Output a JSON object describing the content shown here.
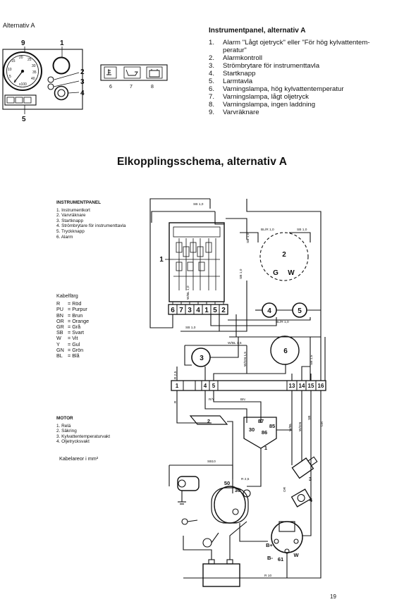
{
  "header_label": "Alternativ A",
  "instrument_panel": {
    "title": "Instrumentpanel, alternativ A",
    "items": [
      {
        "num": "1.",
        "text": "Alarm \"Lågt ojetryck\" eller \"För hög kylvattentem-"
      },
      {
        "num": "",
        "text": "peratur\""
      },
      {
        "num": "2.",
        "text": "Alarmkontroll"
      },
      {
        "num": "3.",
        "text": "Strömbrytare för instrumenttavla"
      },
      {
        "num": "4.",
        "text": "Startknapp"
      },
      {
        "num": "5.",
        "text": "Larmtavla"
      },
      {
        "num": "6.",
        "text": "Varningslampa, hög kylvattentemperatur"
      },
      {
        "num": "7.",
        "text": "Varningslampa, lågt oljetryck"
      },
      {
        "num": "8.",
        "text": "Varningslampa, ingen laddning"
      },
      {
        "num": "9.",
        "text": "Varvräknare"
      }
    ],
    "callouts": [
      "9",
      "1",
      "2",
      "3",
      "4",
      "5",
      "6",
      "7",
      "8"
    ],
    "gauge_ticks": [
      "10",
      "15",
      "20",
      "25",
      "30",
      "35",
      "40",
      "5",
      "0"
    ],
    "gauge_unit": "x100"
  },
  "main_title": "Elkopplingsschema, alternativ A",
  "schematic_panel_legend": {
    "head": "INSTRUMENTPANEL",
    "items": [
      "1.  Instrumentkort",
      "2.  Varvräknare",
      "3.  Startknapp",
      "4.  Strömbrytare för instrumenttavla",
      "5.  Tryckknapp",
      "6.  Alarm"
    ]
  },
  "cable_colors": {
    "head": "Kabelfärg",
    "rows": [
      {
        "code": "R",
        "name": "= Röd"
      },
      {
        "code": "PU",
        "name": "= Purpur"
      },
      {
        "code": "BN",
        "name": "= Brun"
      },
      {
        "code": "OR",
        "name": "= Orange"
      },
      {
        "code": "GR",
        "name": "= Grå"
      },
      {
        "code": "SB",
        "name": "= Svart"
      },
      {
        "code": "W",
        "name": "= Vit"
      },
      {
        "code": "Y",
        "name": "= Gul"
      },
      {
        "code": "GN",
        "name": "= Grön"
      },
      {
        "code": "BL",
        "name": "= Blå"
      }
    ]
  },
  "motor_legend": {
    "head": "MOTOR",
    "items": [
      "1.  Relä",
      "2.  Säkring",
      "3.  Kylvattentemperaturvakt",
      "4.  Oljetrycksvakt"
    ]
  },
  "cable_area": "Kabelareor i mm²",
  "terminal_strip_top": [
    "6",
    "7",
    "3",
    "4",
    "1",
    "5",
    "2"
  ],
  "terminal_strip_bottom": [
    "1",
    "4",
    "5",
    "13",
    "14",
    "15",
    "16"
  ],
  "components": {
    "board": "1",
    "tach": "2",
    "start": "3",
    "switch": "4",
    "button": "5",
    "alarm": "6",
    "tach_g": "G",
    "tach_w": "W",
    "relay_87": "87",
    "relay_30": "30",
    "relay_86": "86",
    "relay_85": "85",
    "relay_num": "1",
    "fuse_num": "2",
    "temp_num": "3",
    "oil_num": "4",
    "starter_50": "50",
    "starter_30": "30",
    "alt_b_plus": "B+",
    "alt_b_minus": "B-",
    "alt_61": "61",
    "alt_w": "W"
  },
  "wire_labels": {
    "sb10_top": "SB 1,0",
    "bl_r": "BL/R 1,0",
    "sb10_right": "SB 1,0",
    "sb10_v1": "SB 1,0",
    "sb10_v2": "SB 1,0",
    "bl_r_mid": "BL/R 1,0",
    "sb10_mid": "SB 1,0",
    "w_bl": "W/BL 1,0",
    "w_bl_15": "W/BL 1,5",
    "w_gn": "W/GN 1,5",
    "sb15": "SB 1,5",
    "r25": "R 2,5",
    "r": "R",
    "r_y": "R/Y",
    "bn": "BN",
    "w_bl_low": "W/BL",
    "w_gn_low": "W/GN",
    "sb": "SB",
    "gr": "GR",
    "sb10_bottom": "SB10",
    "r25_b": "R 2,5",
    "or": "OR",
    "r10": "R 10"
  },
  "page_number": "19"
}
